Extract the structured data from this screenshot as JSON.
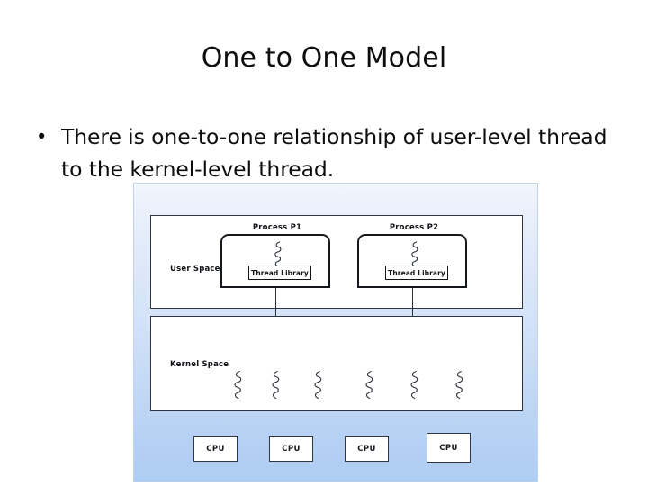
{
  "slide": {
    "title": "One to One Model",
    "bullets": [
      {
        "marker": "•",
        "text": "There is one-to-one relationship of user-level thread to the kernel-level thread."
      }
    ]
  },
  "figure": {
    "alt_title": "One-to-one threading model diagram",
    "background_top_color": "#f2f6fd",
    "background_bottom_color": "#aecdf2",
    "border_color": "#c3d4ea",
    "spaces": [
      {
        "id": "user-space",
        "label": "User Space"
      },
      {
        "id": "kernel-space",
        "label": "Kernel Space"
      }
    ],
    "processes": [
      {
        "id": "process-p1",
        "label": "Process P1",
        "thread_library_label": "Thread Library"
      },
      {
        "id": "process-p2",
        "label": "Process P2",
        "thread_library_label": "Thread Library"
      }
    ],
    "kernel_thread_count": 6,
    "cpus": [
      {
        "label": "CPU"
      },
      {
        "label": "CPU"
      },
      {
        "label": "CPU"
      },
      {
        "label": "CPU"
      }
    ]
  }
}
